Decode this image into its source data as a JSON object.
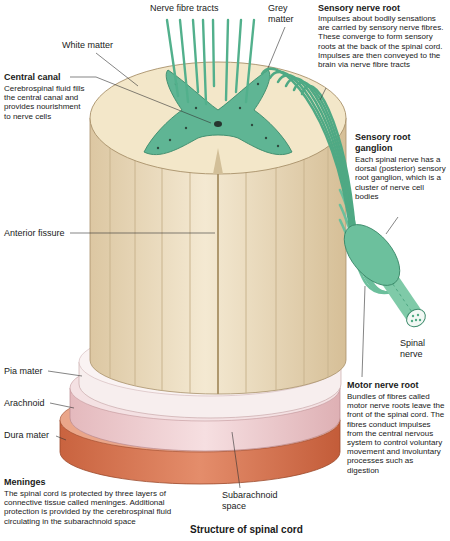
{
  "diagram": {
    "caption": "Structure of spinal cord",
    "labels": [
      "Nerve fibre tracts",
      "Grey matter",
      "Sensory nerve root",
      "Impulses about bodily sensations are carried by sensory nerve fibres. These converge to form sensory roots at the back of the spinal cord. Impulses are then conveyed to the brain via nerve fibre tracts",
      "White matter",
      "Central canal",
      "Cerebrospinal fluid fills the central canal and provides nourishment to nerve cells",
      "Sensory root ganglion",
      "Each spinal nerve has a dorsal (posterior) sensory root ganglion, which is a cluster of nerve cell bodies",
      "Anterior fissure",
      "Spinal nerve",
      "Pia mater",
      "Arachnoid",
      "Motor nerve root",
      "Bundles of fibres called motor nerve roots leave the front of the spinal cord. The fibres conduct impulses from the central nervous system to control voluntary movement and involuntary processes such as digestion",
      "Dura mater",
      "Meninges",
      "The spinal cord is protected by three layers of connective tissue called meninges. Additional protection is provided by the cerebrospinal fluid circulating in the subarachnoid space",
      "Subarachnoid space"
    ]
  }
}
